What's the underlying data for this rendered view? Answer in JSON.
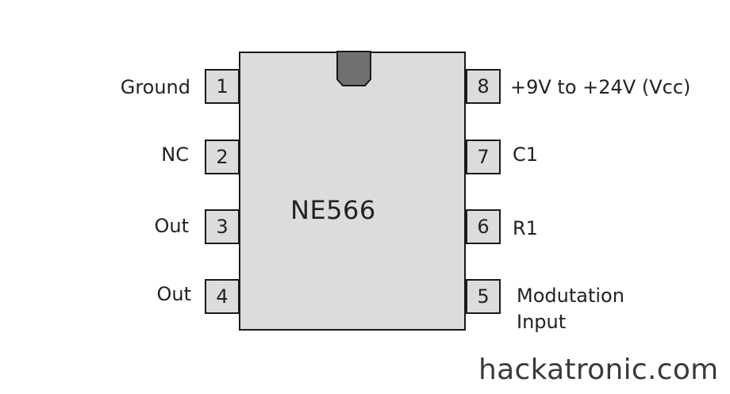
{
  "ic": {
    "name": "NE566",
    "body_color": "#dcdcdc",
    "outline_color": "#1a1a1a",
    "pins": [
      {
        "number": "1",
        "label": "Ground"
      },
      {
        "number": "2",
        "label": "NC"
      },
      {
        "number": "3",
        "label": "Out"
      },
      {
        "number": "4",
        "label": "Out"
      },
      {
        "number": "5",
        "label_line1": "Modutation",
        "label_line2": "Input"
      },
      {
        "number": "6",
        "label": "R1"
      },
      {
        "number": "7",
        "label": "C1"
      },
      {
        "number": "8",
        "label": "+9V to +24V (Vcc)"
      }
    ]
  },
  "watermark": "hackatronic.com"
}
